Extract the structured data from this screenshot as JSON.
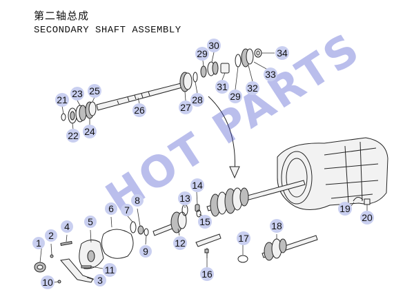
{
  "title_cn": "第二轴总成",
  "title_en": "SECONDARY SHAFT ASSEMBLY",
  "watermark": "HOT PARTS",
  "accent_color": "#c9cff0",
  "watermark_color": "#3a44c8",
  "callouts": [
    "1",
    "2",
    "3",
    "4",
    "5",
    "6",
    "7",
    "8",
    "9",
    "10",
    "11",
    "12",
    "13",
    "14",
    "15",
    "16",
    "17",
    "18",
    "19",
    "20",
    "21",
    "22",
    "23",
    "24",
    "25",
    "26",
    "27",
    "28",
    "29",
    "29",
    "30",
    "31",
    "32",
    "33",
    "34"
  ]
}
